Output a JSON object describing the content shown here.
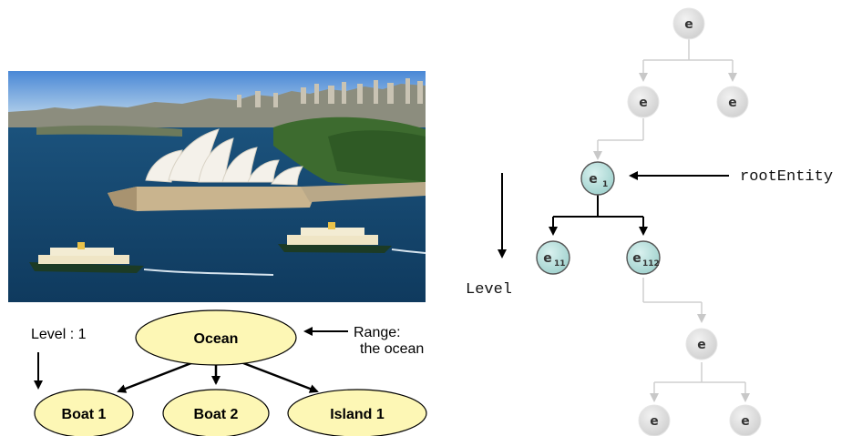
{
  "photo": {
    "subject": "Sydney Opera House harbour photo"
  },
  "left_diagram": {
    "level_label": "Level : 1",
    "range_label_line1": "Range:",
    "range_label_line2": "the ocean",
    "root_node": "Ocean",
    "children": [
      "Boat 1",
      "Boat 2",
      "Island 1"
    ],
    "node_fill": "#fdf7b5"
  },
  "right_diagram": {
    "root_entity_label": "rootEntity",
    "level_label": "Level",
    "node_letter": "e",
    "root_sub": "1",
    "child_subs": [
      "11",
      "112"
    ],
    "grey_node_color": "#dcdcdc",
    "highlight_node_color": "#bfe3e1"
  }
}
